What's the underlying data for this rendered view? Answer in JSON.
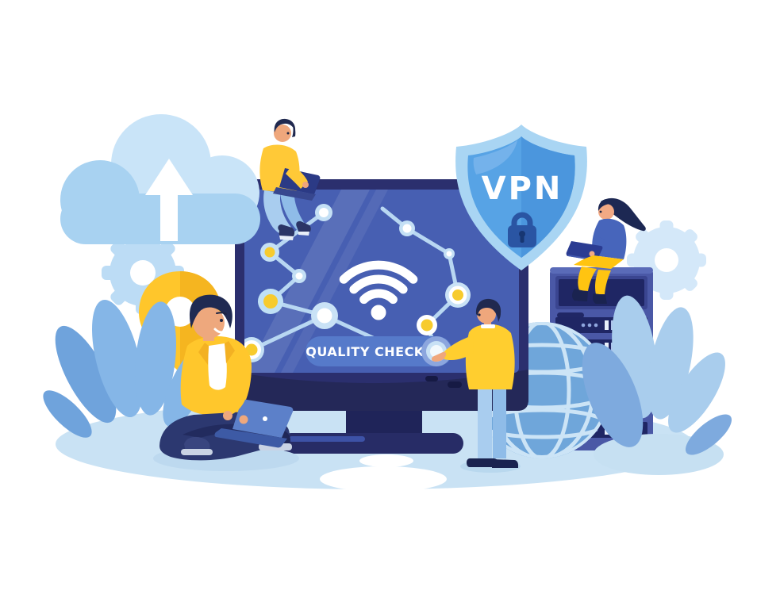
{
  "scene": {
    "shield": {
      "label": "VPN"
    },
    "quality_button": {
      "label": "QUALITY CHECK"
    },
    "icons": [
      "cloud-upload-icon",
      "up-arrow-icon",
      "gear-icon",
      "location-pin-icon",
      "wifi-icon",
      "shield-icon",
      "padlock-icon",
      "network-nodes-icon",
      "globe-icon",
      "server-rack-icon",
      "laptop-icon",
      "plant-leaves-icon"
    ],
    "people": [
      {
        "id": "person-on-monitor"
      },
      {
        "id": "person-sitting-left"
      },
      {
        "id": "person-standing"
      },
      {
        "id": "person-on-server"
      }
    ]
  },
  "colors": {
    "ground": "#C9E2F4",
    "monitor_frame": "#2B2F6E",
    "screen": "#475FB2",
    "button_fill": "#567ACA",
    "shield_border": "#A9D5F3",
    "shield_fill": "#57A3E5",
    "padlock": "#2A55A3",
    "pin_yellow": "#FFC62B",
    "globe_fill": "#6FA6DA",
    "server_body": "#4A58A6",
    "accent_yellow": "#F7C52D",
    "clothes_yellow": "#FFC72C",
    "jeans_blue": "#A9CDEF",
    "node_line": "#B8D7F2",
    "cloud_main": "#A8D2F1",
    "cloud_light": "#C9E4F8",
    "leaf_main": "#85B6E7",
    "leaf_light": "#A9CDED"
  }
}
